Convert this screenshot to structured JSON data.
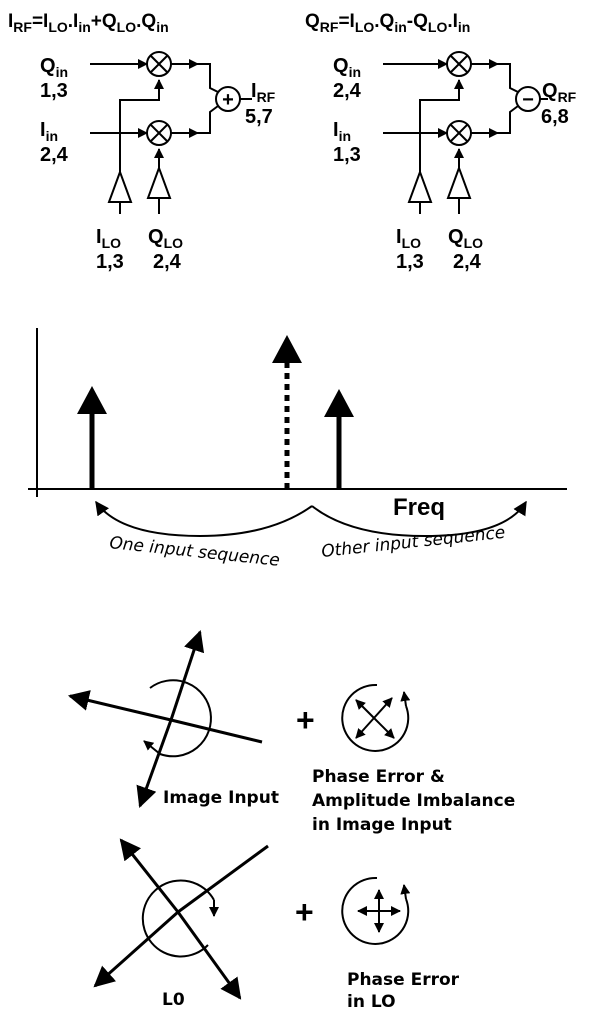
{
  "top": {
    "left_equation": {
      "a": "I",
      "a_sub": "RF",
      "b": "=I",
      "b_sub": "LO",
      "c": ".I",
      "c_sub": "in",
      "d": "+Q",
      "d_sub": "LO",
      "e": ".Q",
      "e_sub": "in"
    },
    "right_equation": {
      "a": "Q",
      "a_sub": "RF",
      "b": "=I",
      "b_sub": "LO",
      "c": ".Q",
      "c_sub": "in",
      "d": "-Q",
      "d_sub": "LO",
      "e": ".I",
      "e_sub": "in"
    },
    "left_block": {
      "in_top": {
        "name": "Q",
        "sub": "in",
        "ports": "1,3"
      },
      "in_bottom": {
        "name": "I",
        "sub": "in",
        "ports": "2,4"
      },
      "output": {
        "name": "I",
        "sub": "RF",
        "ports": "5,7"
      },
      "combiner_symbol": "+",
      "lo_left": {
        "name": "I",
        "sub": "LO",
        "ports": "1,3"
      },
      "lo_right": {
        "name": "Q",
        "sub": "LO",
        "ports": "2,4"
      }
    },
    "right_block": {
      "in_top": {
        "name": "Q",
        "sub": "in",
        "ports": "2,4"
      },
      "in_bottom": {
        "name": "I",
        "sub": "in",
        "ports": "1,3"
      },
      "output": {
        "name": "Q",
        "sub": "RF",
        "ports": "6,8"
      },
      "combiner_symbol": "−",
      "lo_left": {
        "name": "I",
        "sub": "LO",
        "ports": "1,3"
      },
      "lo_right": {
        "name": "Q",
        "sub": "LO",
        "ports": "2,4"
      }
    }
  },
  "spectrum": {
    "freq_label": "Freq",
    "left_sequence": "One input sequence",
    "right_sequence": "Other input sequence"
  },
  "vectors": {
    "image_input_label": "Image Input",
    "image_error_label_1": "Phase Error &",
    "image_error_label_2": "Amplitude Imbalance",
    "image_error_label_3": "in Image Input",
    "lo_label": "L0",
    "lo_error_label_1": "Phase Error",
    "lo_error_label_2": "in LO",
    "plus_sign": "+"
  }
}
